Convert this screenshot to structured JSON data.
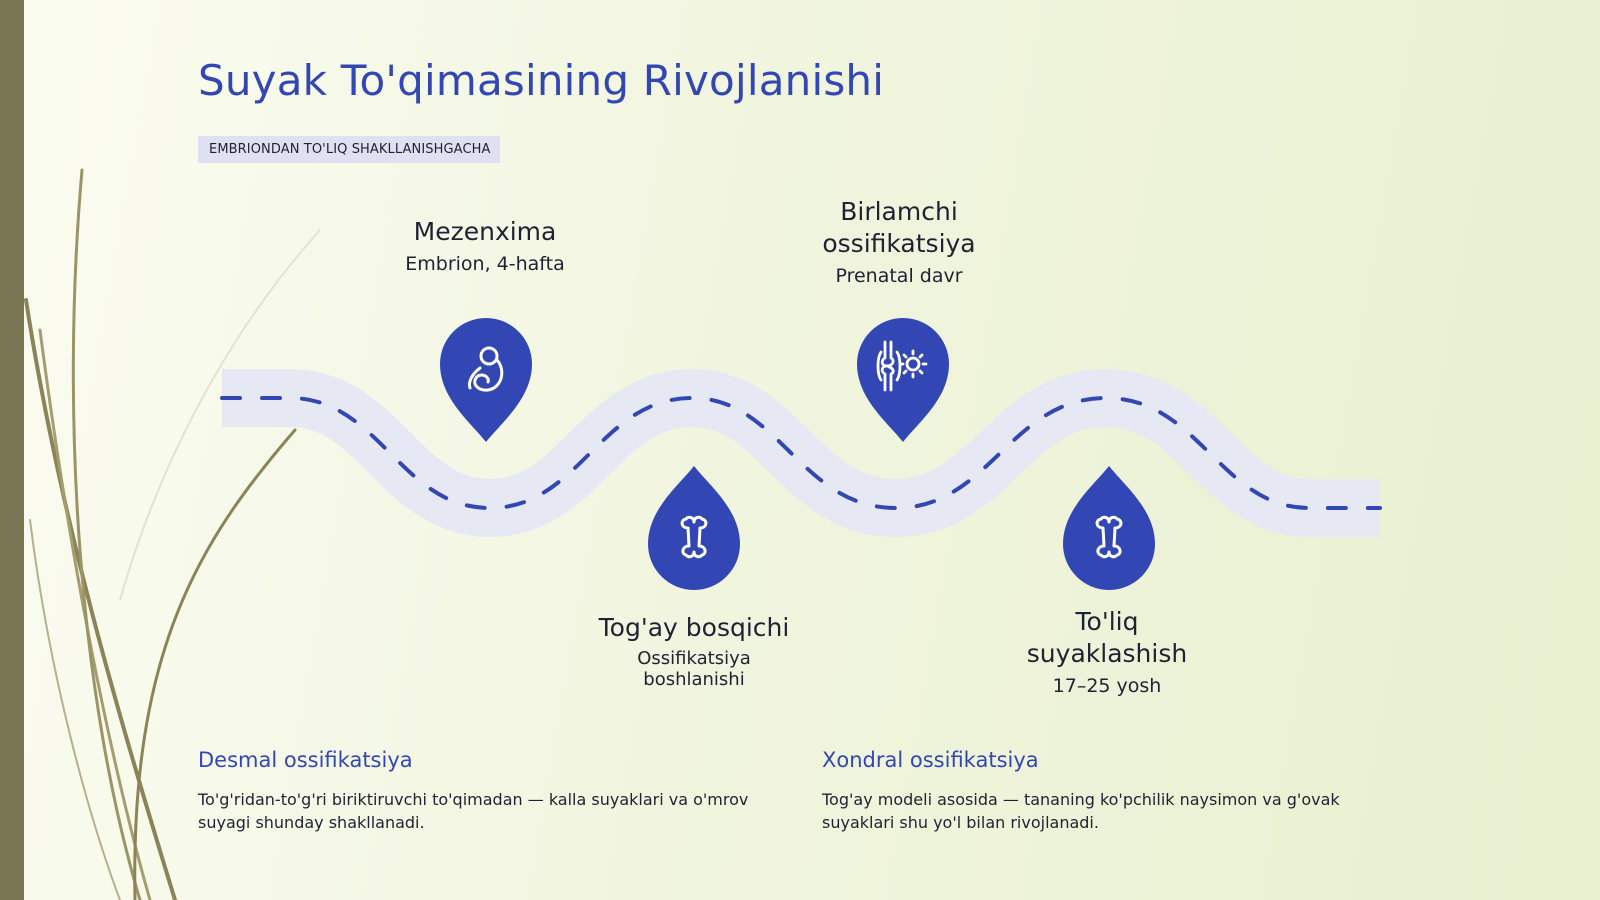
{
  "slide": {
    "title": "Suyak To'qimasining Rivojlanishi",
    "subtitle": "EMBRIONDAN TO'LIQ SHAKLLANISHGACHA"
  },
  "colors": {
    "accent": "#3247b3",
    "road": "#e6e9f4",
    "left_bar": "#7a7553"
  },
  "stages": [
    {
      "name": "Mezenxima",
      "sub": "Embrion, 4-hafta",
      "icon": "embryo-icon"
    },
    {
      "name": "Tog'ay bosqichi",
      "sub": "Ossifikatsiya boshlanishi",
      "icon": "bone-icon"
    },
    {
      "name": "Birlamchi ossifikatsiya",
      "sub": "Prenatal davr",
      "icon": "joint-icon"
    },
    {
      "name": "To'liq suyaklashish",
      "sub": "17–25 yosh",
      "icon": "bone-icon"
    }
  ],
  "sections": [
    {
      "title": "Desmal ossifikatsiya",
      "text": "To'g'ridan-to'g'ri biriktiruvchi to'qimadan — kalla suyaklari va o'mrov suyagi shunday shakllanadi."
    },
    {
      "title": "Xondral ossifikatsiya",
      "text": "Tog'ay modeli asosida — tananing ko'pchilik naysimon va g'ovak suyaklari shu yo'l bilan rivojlanadi."
    }
  ]
}
